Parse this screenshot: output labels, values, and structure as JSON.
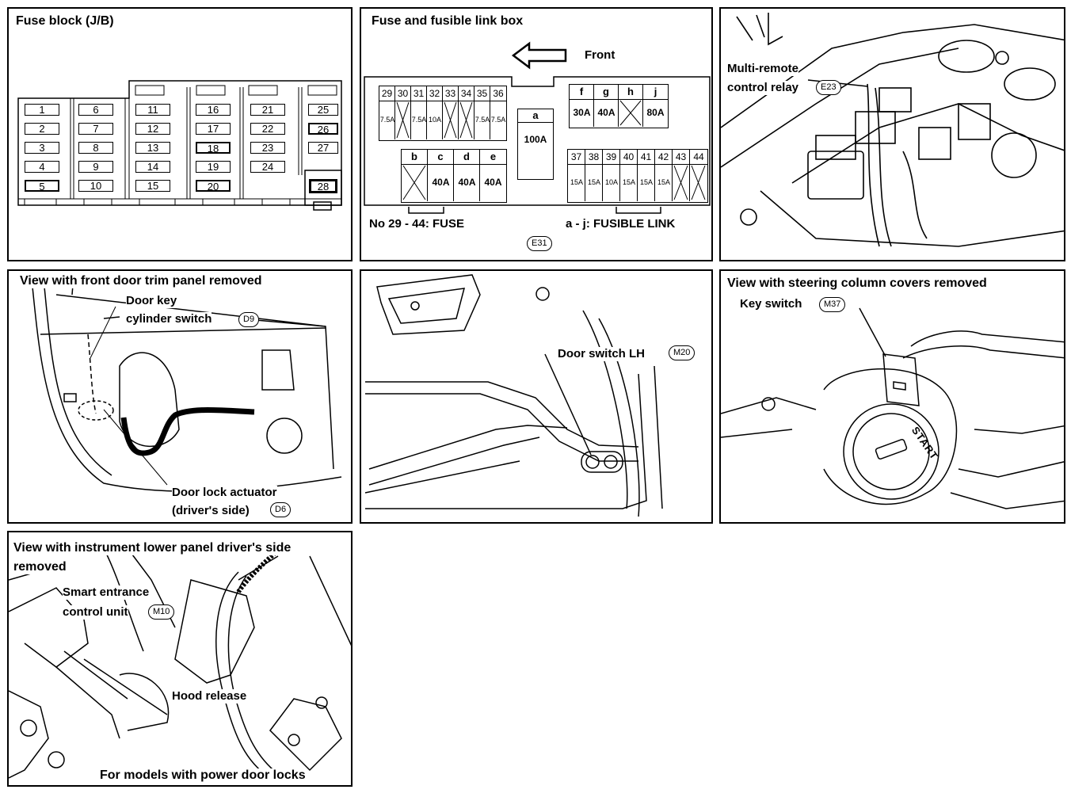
{
  "panels": {
    "fuse_block": {
      "title": "Fuse block (J/B)",
      "fuses": [
        "1",
        "2",
        "3",
        "4",
        "5",
        "6",
        "7",
        "8",
        "9",
        "10",
        "11",
        "12",
        "13",
        "14",
        "15",
        "16",
        "17",
        "18",
        "19",
        "20",
        "21",
        "22",
        "23",
        "24",
        "25",
        "26",
        "27",
        "28"
      ]
    },
    "fuse_link_box": {
      "title": "Fuse and fusible link box",
      "front_label": "Front",
      "fuse_row_numbers": [
        "29",
        "30",
        "31",
        "32",
        "33",
        "34",
        "35",
        "36"
      ],
      "fuse_row_ratings": [
        "7.5A",
        "",
        "7.5A",
        "10A",
        "",
        "",
        "7.5A",
        "7.5A"
      ],
      "link_top_letters": [
        "f",
        "g",
        "h",
        "j"
      ],
      "link_top_ratings": [
        "30A",
        "40A",
        "",
        "80A"
      ],
      "link_main_letter": "a",
      "link_main_rating": "100A",
      "link_bottom_letters": [
        "b",
        "c",
        "d",
        "e"
      ],
      "link_bottom_ratings": [
        "",
        "40A",
        "40A",
        "40A"
      ],
      "fuse_bottom_numbers": [
        "37",
        "38",
        "39",
        "40",
        "41",
        "42",
        "43",
        "44"
      ],
      "fuse_bottom_ratings": [
        "15A",
        "15A",
        "10A",
        "15A",
        "15A",
        "15A",
        "",
        ""
      ],
      "legend_fuse": "No 29 - 44:  FUSE",
      "legend_link": "a - j:  FUSIBLE LINK",
      "connector": "E31"
    },
    "relay": {
      "label_line1": "Multi-remote",
      "label_line2": "control relay",
      "connector": "E23"
    },
    "front_door": {
      "title": "View with front door trim panel removed",
      "key_label_line1": "Door key",
      "key_label_line2": "cylinder switch",
      "key_connector": "D9",
      "actuator_line1": "Door lock actuator",
      "actuator_line2": "(driver's side)",
      "actuator_connector": "D6"
    },
    "door_switch": {
      "label": "Door switch LH",
      "connector": "M20"
    },
    "steering": {
      "title": "View with steering column covers removed",
      "key_switch_label": "Key switch",
      "connector": "M37",
      "start_text": "START"
    },
    "instrument": {
      "title_line1": "View with instrument lower panel driver's side",
      "title_line2": "removed",
      "unit_line1": "Smart entrance",
      "unit_line2": "control unit",
      "connector": "M10",
      "hood_label": "Hood release",
      "footer": "For models with power door locks"
    }
  }
}
